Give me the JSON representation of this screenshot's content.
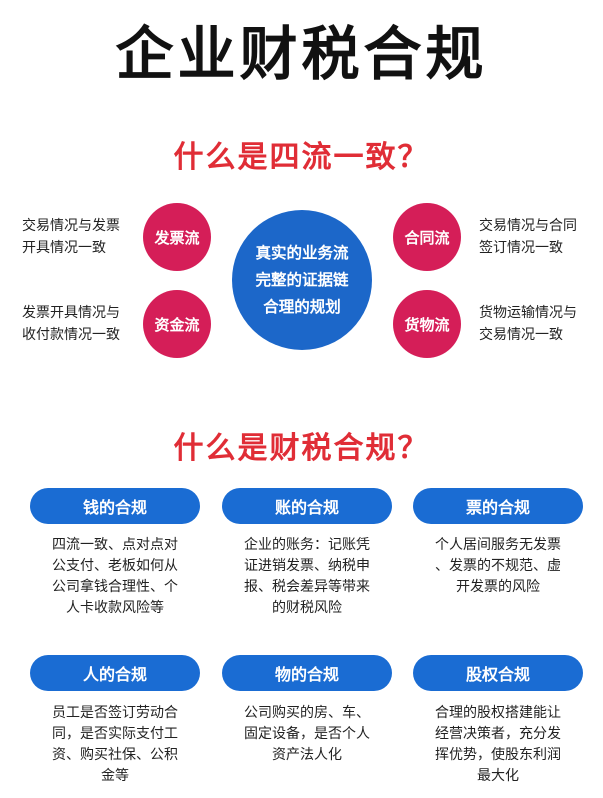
{
  "main_title": "企业财税合规",
  "section1": {
    "title": "什么是四流一致？",
    "center": {
      "line1": "真实的业务流",
      "line2": "完整的证据链",
      "line3": "合理的规划"
    },
    "flows": {
      "invoice": {
        "label": "发票流",
        "desc1": "交易情况与发票",
        "desc2": "开具情况一致"
      },
      "contract": {
        "label": "合同流",
        "desc1": "交易情况与合同",
        "desc2": "签订情况一致"
      },
      "fund": {
        "label": "资金流",
        "desc1": "发票开具情况与",
        "desc2": "收付款情况一致"
      },
      "goods": {
        "label": "货物流",
        "desc1": "货物运输情况与",
        "desc2": "交易情况一致"
      }
    },
    "colors": {
      "center": "#1c67c9",
      "flow": "#d51e58"
    }
  },
  "section2": {
    "title": "什么是财税合规？",
    "cards": {
      "money": {
        "title": "钱的合规",
        "lines": [
          "四流一致、点对点对",
          "公支付、老板如何从",
          "公司拿钱合理性、个",
          "人卡收款风险等"
        ]
      },
      "account": {
        "title": "账的合规",
        "lines": [
          "企业的账务：记账凭",
          "证进销发票、纳税申",
          "报、税会差异等带来",
          "的财税风险"
        ]
      },
      "ticket": {
        "title": "票的合规",
        "lines": [
          "个人居间服务无发票",
          "、发票的不规范、虚",
          "开发票的风险"
        ]
      },
      "people": {
        "title": "人的合规",
        "lines": [
          "员工是否签订劳动合",
          "同，是否实际支付工",
          "资、购买社保、公积",
          "金等"
        ]
      },
      "things": {
        "title": "物的合规",
        "lines": [
          "公司购买的房、车、",
          "固定设备，是否个人",
          "资产法人化"
        ]
      },
      "equity": {
        "title": "股权合规",
        "lines": [
          "合理的股权搭建能让",
          "经营决策者，充分发",
          "挥优势，使股东利润",
          "最大化"
        ]
      }
    },
    "colors": {
      "pill": "#1a6cd3",
      "title": "#e02d36"
    }
  }
}
